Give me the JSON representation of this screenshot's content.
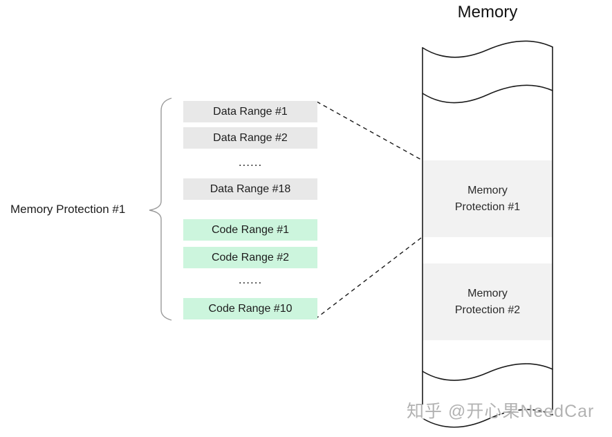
{
  "title": "Memory",
  "brace": {
    "label": "Memory Protection #1"
  },
  "stack": {
    "items": [
      {
        "label": "Data Range #1",
        "type": "data"
      },
      {
        "label": "Data Range #2",
        "type": "data"
      },
      {
        "label": "......",
        "type": "dots"
      },
      {
        "label": "Data Range #18",
        "type": "data"
      },
      {
        "label": "Code Range #1",
        "type": "code"
      },
      {
        "label": "Code Range #2",
        "type": "code"
      },
      {
        "label": "......",
        "type": "dots"
      },
      {
        "label": "Code Range #10",
        "type": "code"
      }
    ]
  },
  "memory_column": {
    "regions": [
      {
        "label": "Memory\nProtection #1"
      },
      {
        "label": "Memory\nProtection #2"
      }
    ]
  },
  "watermark": "知乎 @开心果NeedCar",
  "colors": {
    "data_box_bg": "#e8e8e8",
    "code_box_bg": "#ccf5dd",
    "region_bg": "#f2f2f2",
    "outline": "#1a1a1a",
    "brace_stroke": "#9a9a9a"
  }
}
